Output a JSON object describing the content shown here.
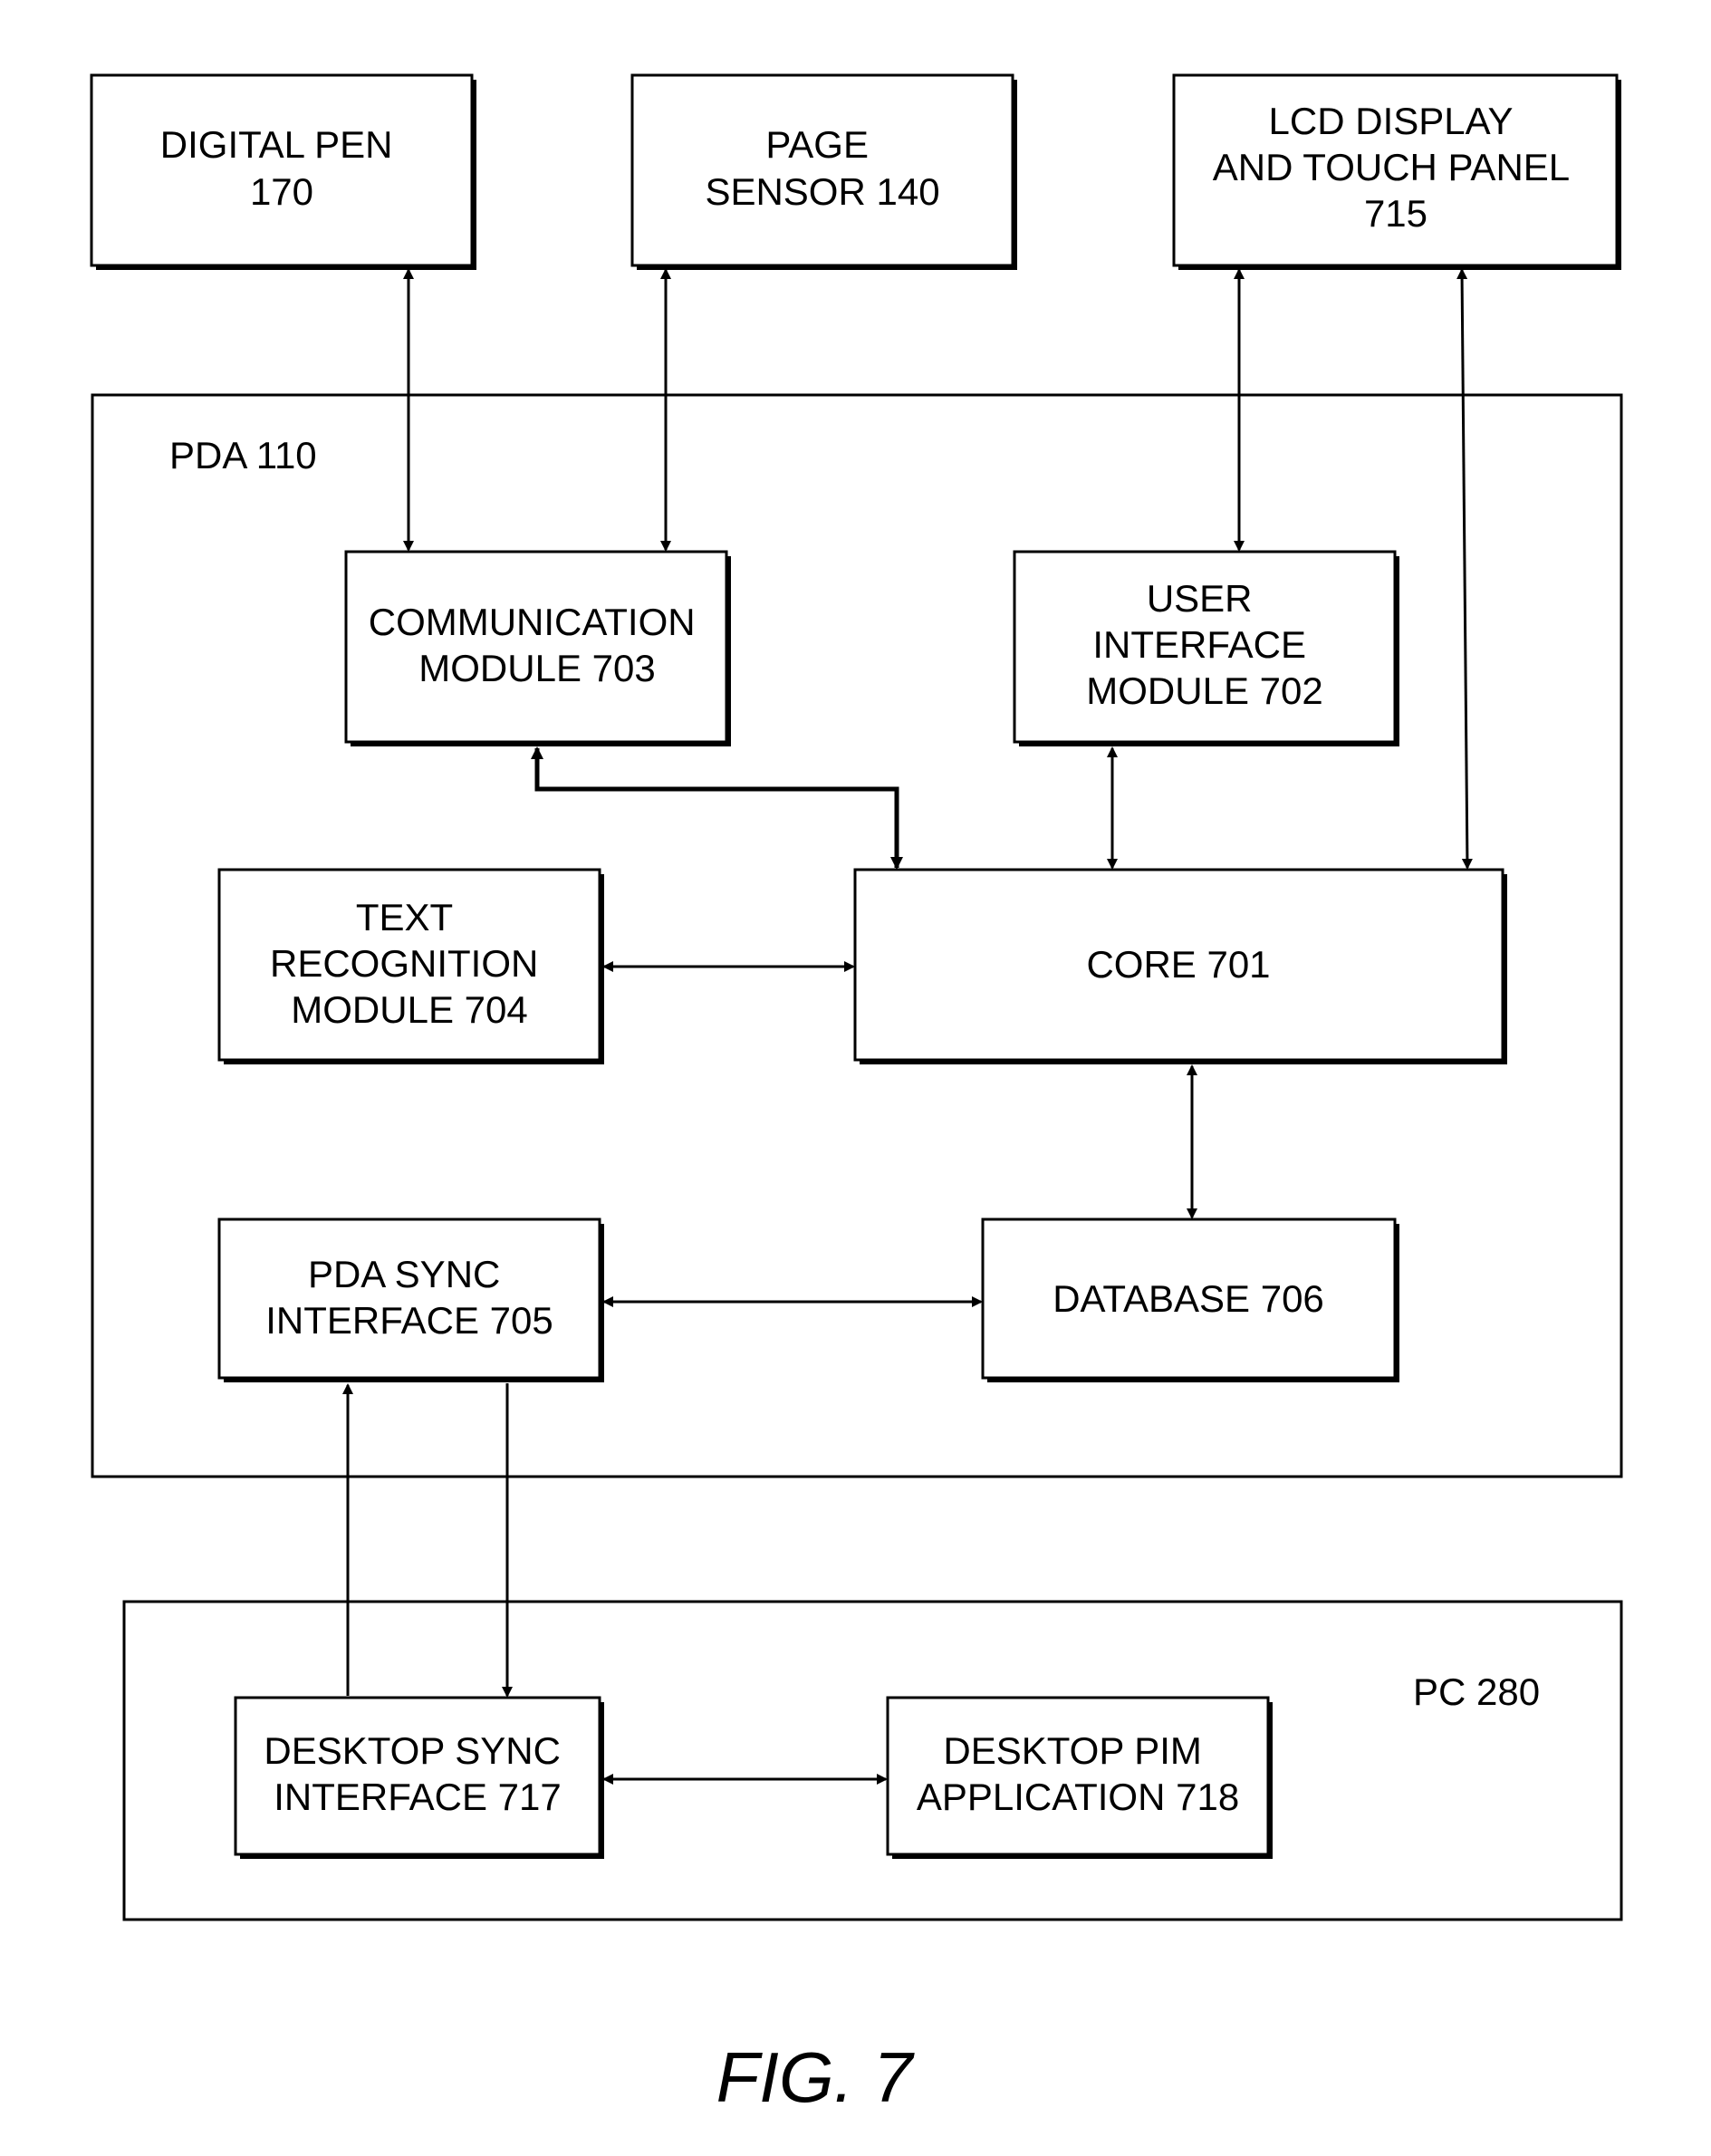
{
  "containers": {
    "pda": {
      "label": "PDA 110"
    },
    "pc": {
      "label": "PC 280"
    }
  },
  "boxes": {
    "digital_pen": {
      "lines": [
        "DIGITAL PEN",
        "170"
      ]
    },
    "page_sensor": {
      "lines": [
        "PAGE",
        "SENSOR 140"
      ]
    },
    "lcd_display": {
      "lines": [
        "LCD DISPLAY",
        "AND TOUCH PANEL",
        "715"
      ]
    },
    "communication_module": {
      "lines": [
        "COMMUNICATION",
        "MODULE 703"
      ]
    },
    "user_interface_module": {
      "lines": [
        "USER",
        "INTERFACE",
        "MODULE 702"
      ]
    },
    "text_recognition_module": {
      "lines": [
        "TEXT",
        "RECOGNITION",
        "MODULE 704"
      ]
    },
    "core": {
      "lines": [
        "CORE 701"
      ]
    },
    "pda_sync_interface": {
      "lines": [
        "PDA SYNC",
        "INTERFACE 705"
      ]
    },
    "database": {
      "lines": [
        "DATABASE 706"
      ]
    },
    "desktop_sync_interface": {
      "lines": [
        "DESKTOP SYNC",
        "INTERFACE 717"
      ]
    },
    "desktop_pim_application": {
      "lines": [
        "DESKTOP PIM",
        "APPLICATION 718"
      ]
    }
  },
  "caption": "FIG. 7"
}
